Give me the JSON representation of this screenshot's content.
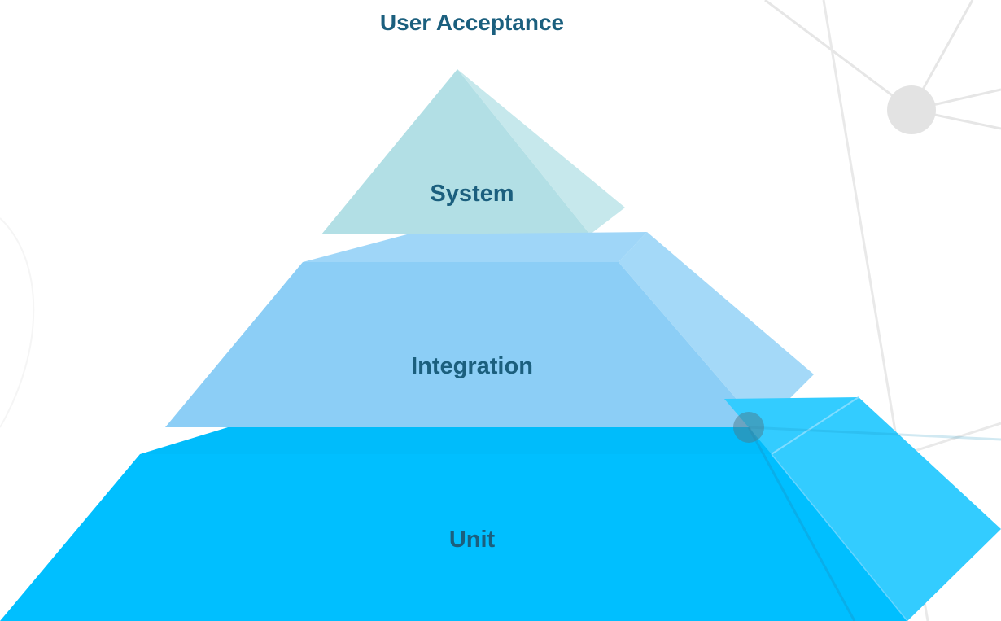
{
  "diagram": {
    "layers": [
      {
        "id": "user-acceptance",
        "label": "User Acceptance"
      },
      {
        "id": "system",
        "label": "System"
      },
      {
        "id": "integration",
        "label": "Integration"
      },
      {
        "id": "unit",
        "label": "Unit"
      }
    ],
    "colors": {
      "label_text": "#1b5f7e",
      "system_front": "#b2dfe5",
      "system_side": "#c6e8ec",
      "integration_front": "#8ccef6",
      "integration_side": "#a4d9f8",
      "unit_front": "#00bfff",
      "unit_side": "#33ccff",
      "network_lines": "#e5e5e5"
    }
  }
}
